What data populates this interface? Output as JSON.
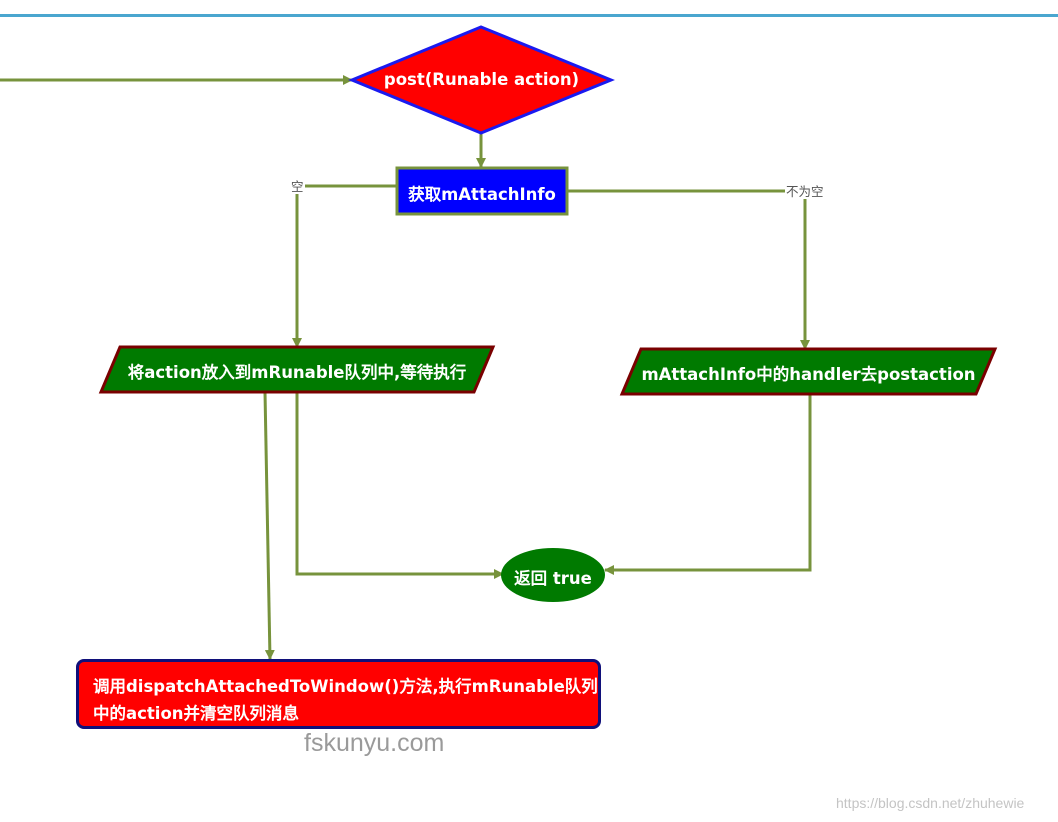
{
  "diagram": {
    "nodes": {
      "decision_post": "post(Runable action)",
      "get_attach_info": "获取mAttachInfo",
      "enqueue_action": "将action放入到mRunable队列中,等待执行",
      "handler_post": "mAttachInfo中的handler去postaction",
      "return_true": "返回 true",
      "dispatch_attached": "调用dispatchAttachedToWindow()方法,执行mRunable队列中的action并清空队列消息"
    },
    "edge_labels": {
      "empty": "空",
      "not_empty": "不为空"
    },
    "colors": {
      "edge": "#77933c",
      "decision_fill": "#ff0000",
      "decision_border": "#1a1af0",
      "process_fill": "#0000ff",
      "io_fill": "#007a00",
      "io_border": "#7a0000",
      "terminal_fill": "#007a00",
      "top_rule": "#4aa6cf"
    }
  },
  "watermarks": {
    "center": "fskunyu.com",
    "corner": "https://blog.csdn.net/zhuhewie"
  }
}
